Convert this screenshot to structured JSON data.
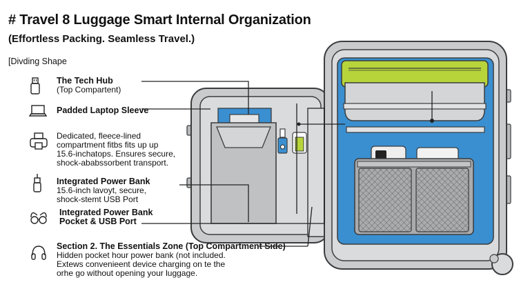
{
  "header": {
    "title": "# Travel 8 Luggage  Smart Internal Organization",
    "subtitle": "(Effortless Packing. Seamless Travel.)",
    "section_label": "[Divding Shape"
  },
  "callouts": [
    {
      "icon": "usb-plug-icon",
      "title": "The Tech Hub",
      "lines": [
        "(Top Compartent)"
      ]
    },
    {
      "icon": "laptop-icon",
      "title": "Padded Laptop Sleeve",
      "lines": []
    },
    {
      "icon": "printer-icon",
      "title": "",
      "lines": [
        "Dedicated, fleece-lined",
        "compartment fitbs fits up up",
        "15.6-inchatops. Ensures secure,",
        "shock-ababssorbent transport."
      ]
    },
    {
      "icon": "power-cable-icon",
      "title": "Integrated Power Bank",
      "lines": [
        "15.6-inch lavoyt, secure,",
        "shock-stemt USB Port"
      ]
    },
    {
      "icon": "glasses-icon",
      "title": "Integrated Power Bank",
      "lines": [
        "Pocket & USB Port"
      ]
    },
    {
      "icon": "headphones-icon",
      "title": "Section 2. The Essentials Zone (Top Compartment Side)",
      "lines": [
        "Hidden pocket hour power bank (not included.",
        "Extews convenieent device charging on te the",
        "orhe go without opening your luggage."
      ]
    }
  ],
  "colors": {
    "shell": "#c9cbcd",
    "shell_inner": "#d9dbdd",
    "outline": "#3a3c3e",
    "blue": "#3a8fd0",
    "lime": "#b7d43a",
    "mesh": "#a9abad"
  }
}
